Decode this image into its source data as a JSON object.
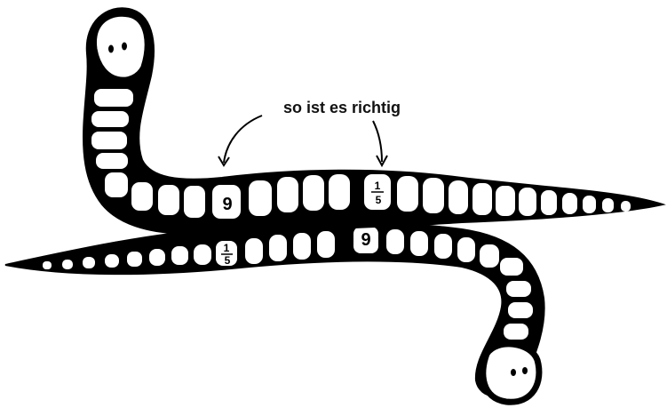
{
  "caption": "so ist es richtig",
  "worm_upper": {
    "label_nine": "9",
    "label_frac_top": "1",
    "label_frac_bottom": "5"
  },
  "worm_lower": {
    "label_nine": "9",
    "label_frac_top": "1",
    "label_frac_bottom": "5"
  },
  "colors": {
    "ink": "#000000",
    "paper": "#ffffff"
  }
}
